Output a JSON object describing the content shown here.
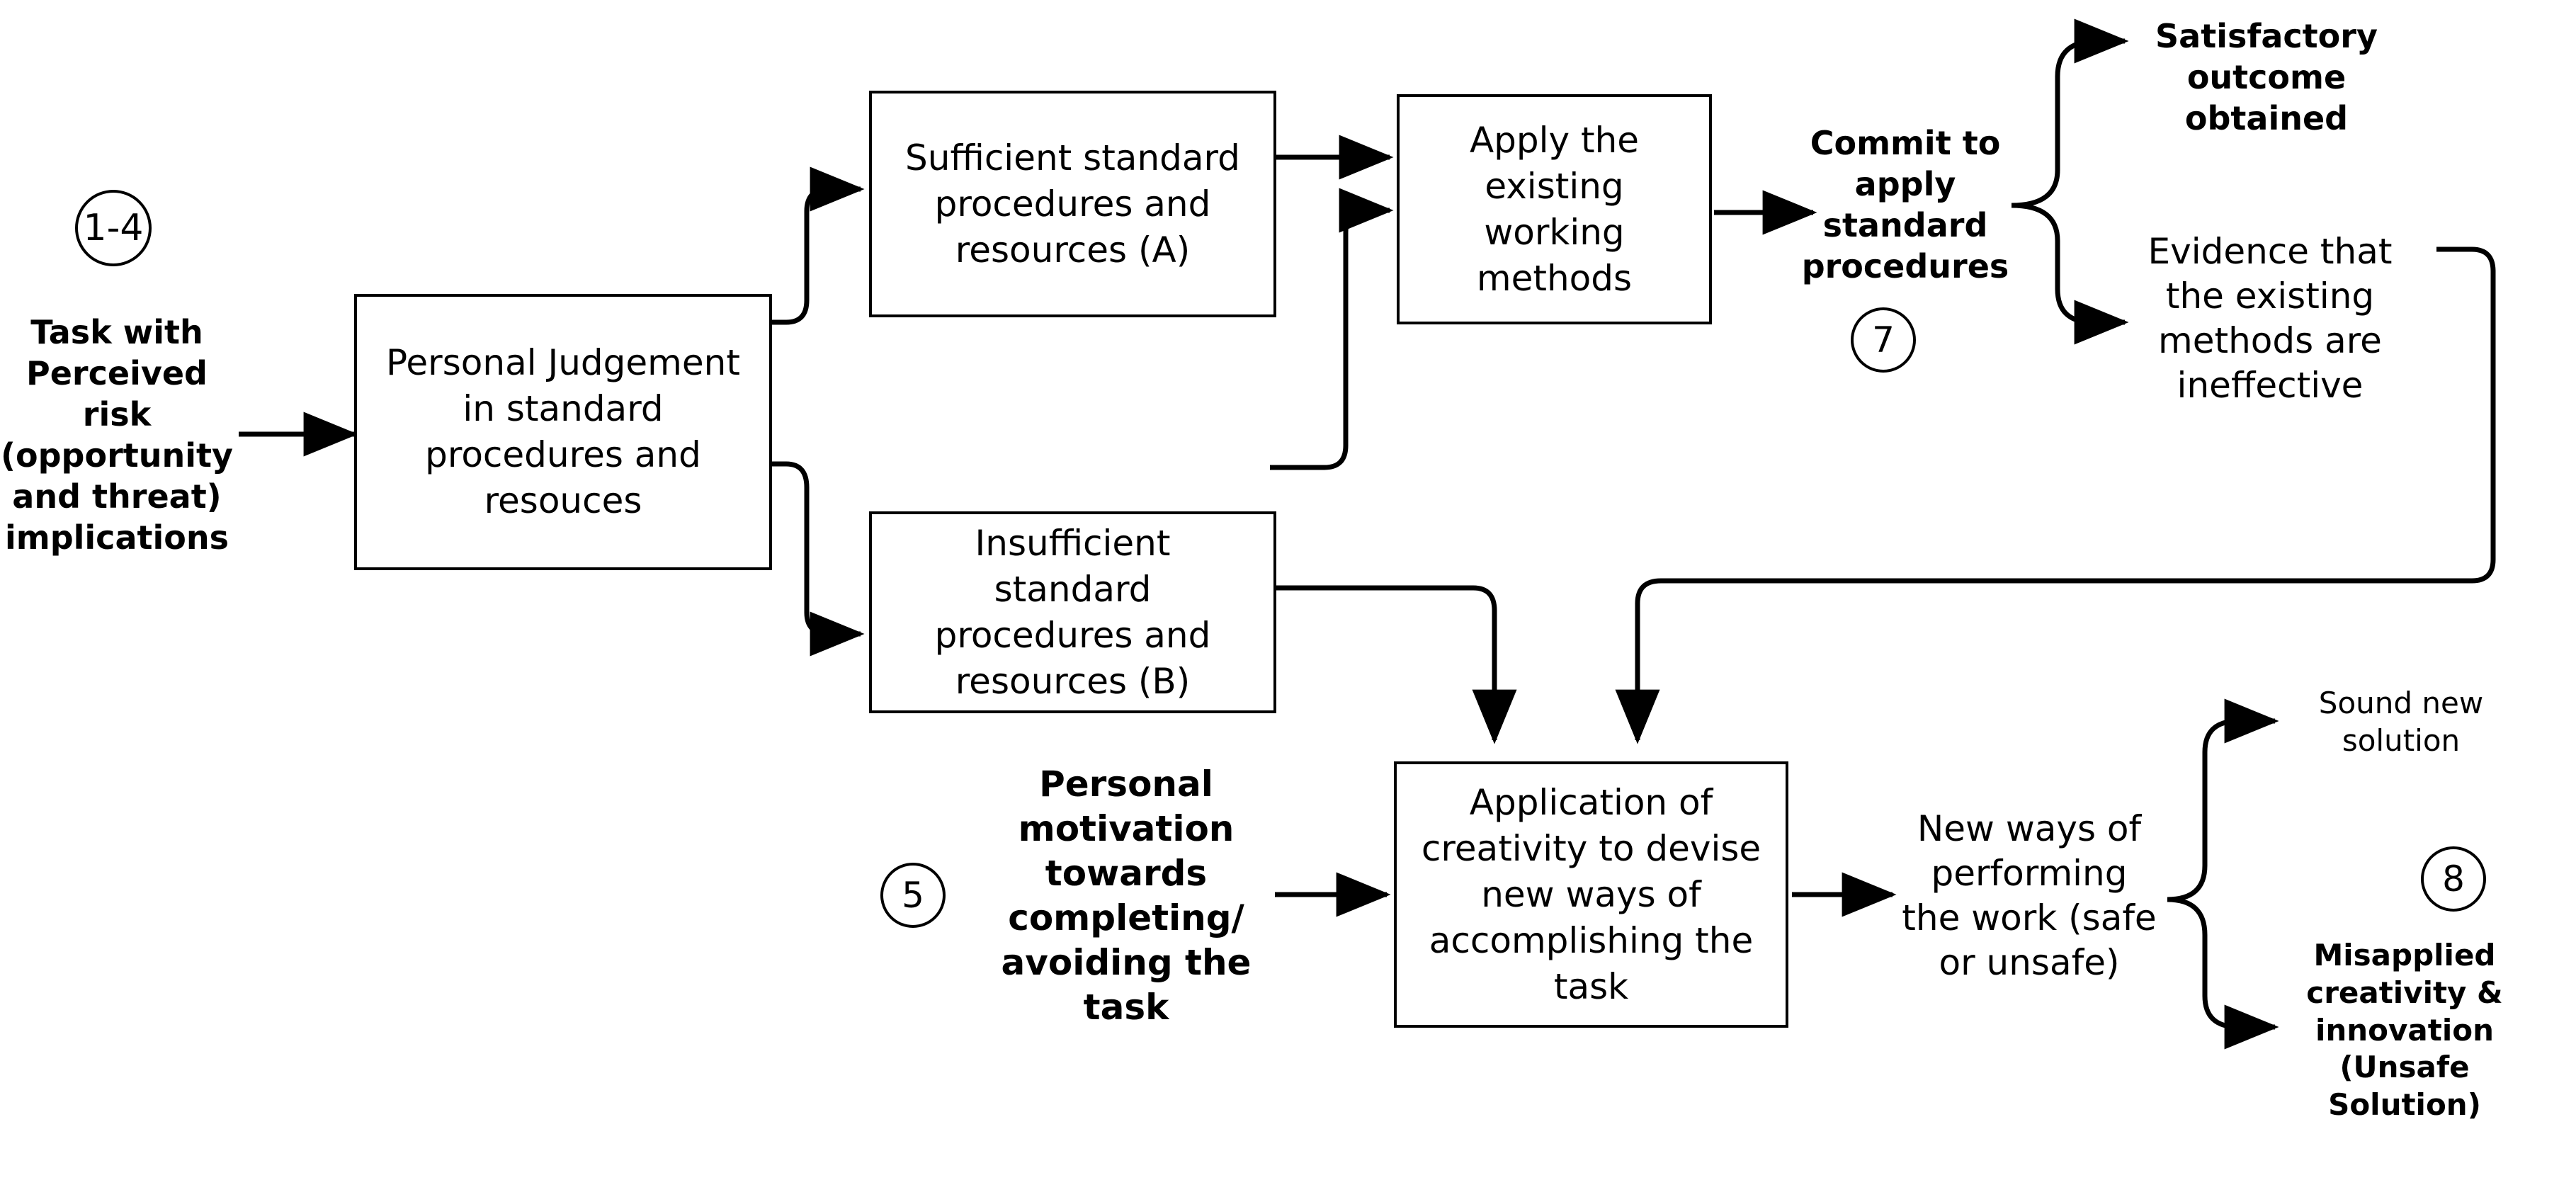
{
  "diagram": {
    "title_present": false,
    "background": "#ffffff",
    "stroke_color": "#000000",
    "text_color": "#000000",
    "nodes": {
      "task_input": {
        "label": "Task with\nPerceived  risk\n(opportunity\nand threat)\nimplications",
        "weight": "bold"
      },
      "stage_marker_1_4": {
        "label": "1-4"
      },
      "personal_judgement": {
        "label": "Personal Judgement\nin standard\nprocedures and\nresouces",
        "weight": "regular"
      },
      "sufficient_box": {
        "label": "Sufficient standard\nprocedures and\nresources (A)",
        "weight": "regular"
      },
      "insufficient_box": {
        "label": "Insufficient\nstandard\nprocedures and\nresources (B)",
        "weight": "regular"
      },
      "apply_existing_box": {
        "label": "Apply the\nexisting\nworking\nmethods",
        "weight": "regular"
      },
      "commit_standard": {
        "label": "Commit to\napply\nstandard\nprocedures",
        "weight": "bold"
      },
      "stage_marker_7": {
        "label": "7"
      },
      "satisfactory_outcome": {
        "label": "Satisfactory\noutcome\nobtained",
        "weight": "bold"
      },
      "evidence_ineffective": {
        "label": "Evidence that\nthe existing\nmethods are\nineffective",
        "weight": "regular"
      },
      "stage_marker_5": {
        "label": "5"
      },
      "personal_motivation": {
        "label": "Personal\nmotivation\ntowards\ncompleting/\navoiding the task",
        "weight": "bold"
      },
      "application_creativity_box": {
        "label": "Application of\ncreativity to devise\nnew ways of\naccomplishing the\ntask",
        "weight": "regular"
      },
      "new_ways_work": {
        "label": "New ways of\nperforming\nthe work (safe\nor unsafe)",
        "weight": "regular"
      },
      "sound_new_solution": {
        "label": "Sound new\nsolution",
        "weight": "regular"
      },
      "stage_marker_8": {
        "label": "8"
      },
      "misapplied_creativity": {
        "label": "Misapplied\ncreativity &\ninnovation\n(Unsafe\nSolution)",
        "weight": "bold"
      }
    },
    "edges": [
      {
        "from": "task_input",
        "to": "personal_judgement",
        "style": "straight-arrow"
      },
      {
        "from": "personal_judgement",
        "to": "sufficient_box",
        "style": "curved-up-arrow"
      },
      {
        "from": "personal_judgement",
        "to": "insufficient_box",
        "style": "curved-down-arrow"
      },
      {
        "from": "sufficient_box",
        "to": "apply_existing_box",
        "style": "straight-arrow"
      },
      {
        "from": "insufficient_box",
        "to": "apply_existing_box",
        "style": "curved-up-arrow"
      },
      {
        "from": "apply_existing_box",
        "to": "commit_standard",
        "style": "straight-arrow"
      },
      {
        "from": "commit_standard",
        "to": "satisfactory_outcome",
        "style": "brace-branch-up"
      },
      {
        "from": "commit_standard",
        "to": "evidence_ineffective",
        "style": "brace-branch-down"
      },
      {
        "from": "evidence_ineffective",
        "to": "application_creativity_box",
        "style": "feedback-loop-down-left"
      },
      {
        "from": "insufficient_box",
        "to": "application_creativity_box",
        "style": "elbow-down-arrow"
      },
      {
        "from": "personal_motivation",
        "to": "application_creativity_box",
        "style": "straight-arrow"
      },
      {
        "from": "application_creativity_box",
        "to": "new_ways_work",
        "style": "straight-arrow"
      },
      {
        "from": "new_ways_work",
        "to": "sound_new_solution",
        "style": "brace-branch-up"
      },
      {
        "from": "new_ways_work",
        "to": "misapplied_creativity",
        "style": "brace-branch-down"
      }
    ]
  }
}
